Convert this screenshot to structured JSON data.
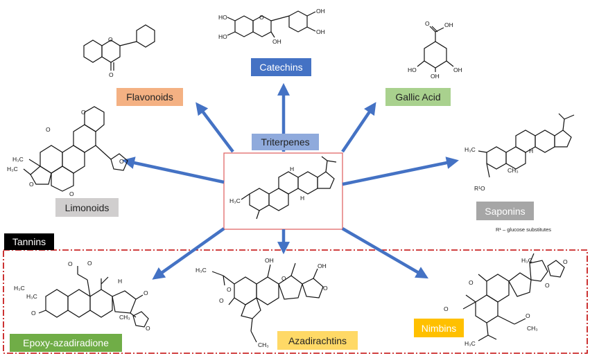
{
  "labels": {
    "catechins": "Catechins",
    "flavonoids": "Flavonoids",
    "gallic_acid": "Gallic Acid",
    "triterpenes": "Triterpenes",
    "limonoids": "Limonoids",
    "saponins": "Saponins",
    "tannins": "Tannins",
    "epoxy_azadiradione": "Epoxy-azadiradione",
    "azadirachtins": "Azadirachtins",
    "nimbins": "Nimbins"
  },
  "notes": {
    "glucose": "R¹ – glucose substitutes"
  },
  "atoms": {
    "oh": "OH",
    "ho": "HO",
    "o": "O",
    "h": "H",
    "h3c": "H₃C",
    "ch3": "CH₃",
    "r1o": "R¹O"
  },
  "colors": {
    "arrow": "#4472c4",
    "catechins_bg": "#4472c4",
    "flavonoids_bg": "#f4b183",
    "gallic_bg": "#a9d18e",
    "triterpenes_bg": "#8faadc",
    "limonoids_bg": "#d0cece",
    "saponins_bg": "#a6a6a6",
    "tannins_bg": "#000000",
    "epoxy_bg": "#70ad47",
    "azadirachtins_bg": "#ffd966",
    "nimbins_bg": "#ffc000",
    "center_border": "#e06666",
    "dashed_border": "#c00000"
  }
}
